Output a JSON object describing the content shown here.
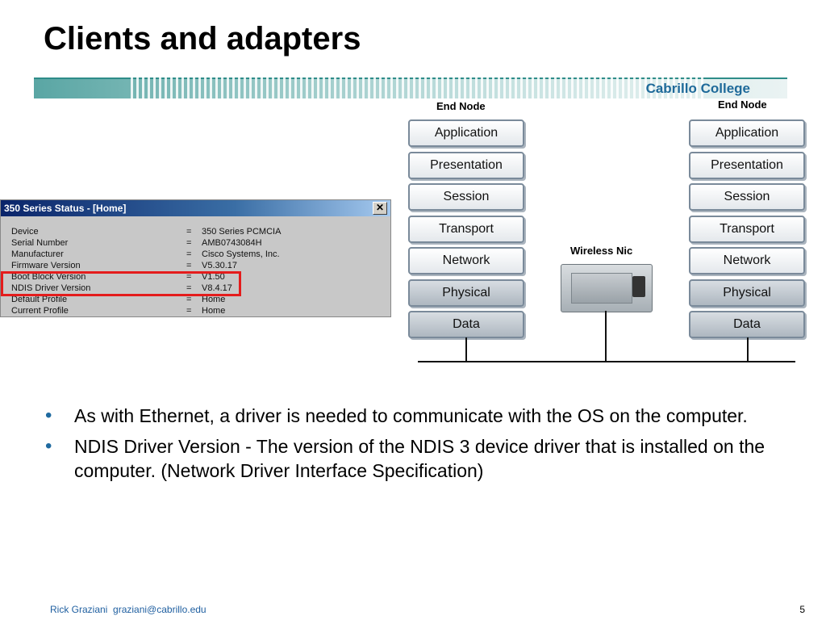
{
  "slide": {
    "title": "Clients and adapters",
    "college": "Cabrillo College",
    "page_number": "5",
    "footer": {
      "author": "Rick Graziani",
      "email": "graziani@cabrillo.edu"
    }
  },
  "status_window": {
    "title": "350 Series Status - [Home]",
    "close_glyph": "✕",
    "rows": [
      {
        "key": "Device",
        "eq": "=",
        "value": "350 Series PCMCIA"
      },
      {
        "key": "Serial Number",
        "eq": "=",
        "value": "AMB0743084H"
      },
      {
        "key": "Manufacturer",
        "eq": "=",
        "value": "Cisco Systems, Inc."
      },
      {
        "key": "Firmware Version",
        "eq": "=",
        "value": "V5.30.17"
      },
      {
        "key": "Boot Block Version",
        "eq": "=",
        "value": "V1.50"
      },
      {
        "key": "NDIS Driver Version",
        "eq": "=",
        "value": "V8.4.17"
      },
      {
        "key": "Default Profile",
        "eq": "=",
        "value": "Home"
      },
      {
        "key": "Current Profile",
        "eq": "=",
        "value": "Home"
      }
    ]
  },
  "diagram": {
    "left_node": "End Node",
    "right_node": "End Node",
    "nic_label": "Wireless Nic",
    "layers": [
      "Application",
      "Presentation",
      "Session",
      "Transport",
      "Network",
      "Physical",
      "Data"
    ]
  },
  "bullets": [
    "As with Ethernet, a driver is needed to communicate with the OS on the computer.",
    "NDIS Driver Version  - The version of the NDIS 3 device driver that is installed on the computer.  (Network Driver Interface Specification)"
  ],
  "colors": {
    "accent": "#1f6aa0",
    "highlight": "#e41c1c",
    "banner": "#5aa6a4"
  }
}
